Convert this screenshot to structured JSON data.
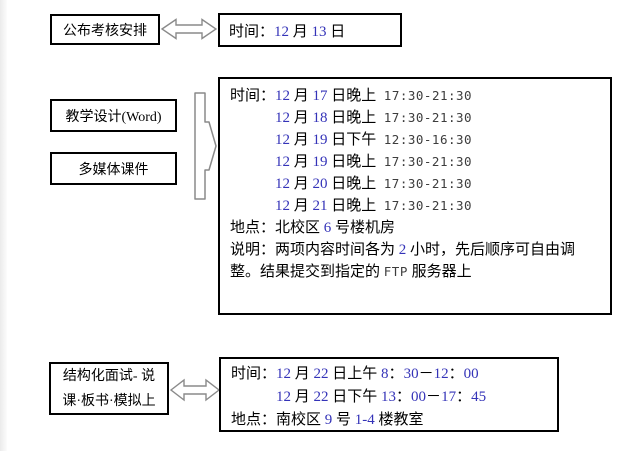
{
  "colors": {
    "background": "#ffffff",
    "box_border": "#000000",
    "arrow_outline": "#8a8a8a",
    "number_text": "#3433b8",
    "mono_text": "#3d3d3d"
  },
  "icons": {
    "connector": "double-arrow",
    "flow": "block-arrow-right"
  },
  "announce": {
    "source": "公布考核安排",
    "detail": "时间：12 月 13 日"
  },
  "homework": {
    "items": [
      "教学设计(Word)",
      "多媒体课件"
    ],
    "lines": [
      "时间：12 月 17 日晚上  17:30-21:30",
      "12 月 18 日晚上  17:30-21:30",
      "12 月 19 日下午  12:30-16:30",
      "12 月 19 日晚上  17:30-21:30",
      "12 月 20 日晚上  17:30-21:30",
      "12 月 21 日晚上  17:30-21:30",
      "地点：北校区 6 号楼机房",
      "说明：两项内容时间各为 2 小时，先后顺序可自由调整。结果提交到指定的 FTP 服务器上"
    ]
  },
  "interview": {
    "source_line1": "结构化面试- 说",
    "source_line2": "课·板书·模拟上",
    "lines": [
      "时间：12 月 22 日上午 8：30－12：00",
      "12 月 22 日下午 13：00－17：45",
      "地点：南校区 9 号 1-4 楼教室"
    ]
  }
}
